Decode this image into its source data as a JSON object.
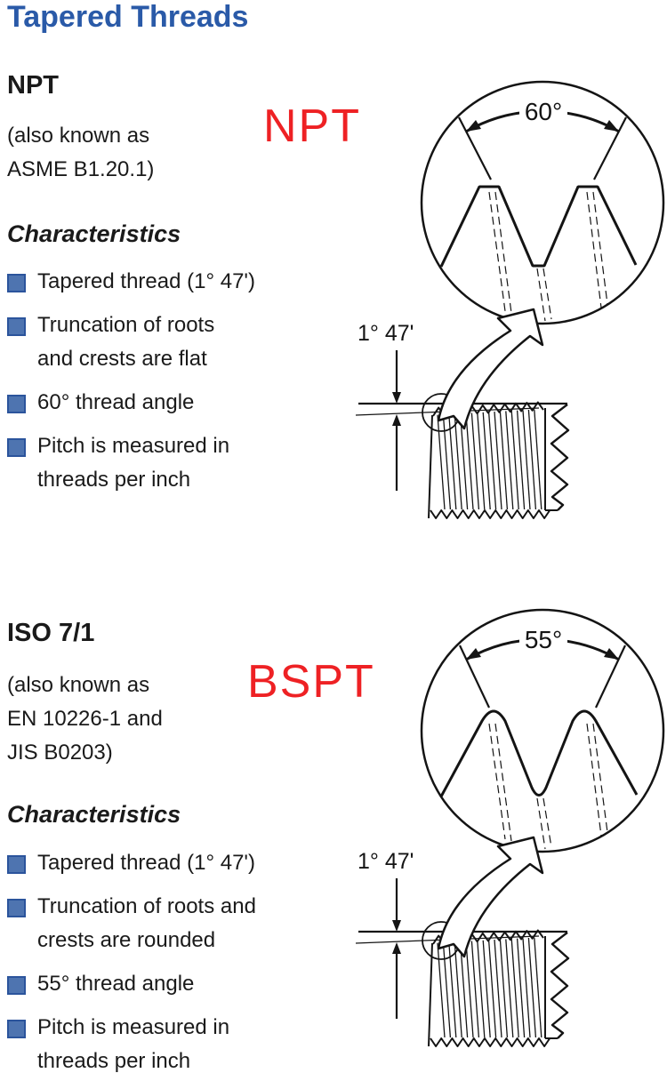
{
  "page_title": "Tapered Threads",
  "colors": {
    "title_blue": "#2a5aa8",
    "bullet_fill": "#4e74b0",
    "bullet_edge": "#2b549c",
    "red_label": "#ee2124",
    "ink": "#141414"
  },
  "sections": [
    {
      "heading": "NPT",
      "aka_lines": [
        "(also known as",
        "ASME B1.20.1)"
      ],
      "red_label": "NPT",
      "characteristics_heading": "Characteristics",
      "bullets": [
        {
          "lines": [
            "Tapered thread (1° 47')"
          ]
        },
        {
          "lines": [
            "Truncation of roots",
            "and crests are flat"
          ]
        },
        {
          "lines": [
            "60° thread angle"
          ]
        },
        {
          "lines": [
            "Pitch is measured in",
            "threads per inch"
          ]
        }
      ],
      "diagram": {
        "thread_angle_label": "60°",
        "taper_angle_label": "1° 47'",
        "crest_style": "flat"
      }
    },
    {
      "heading": "ISO 7/1",
      "aka_lines": [
        "(also known as",
        "EN 10226-1 and",
        "JIS B0203)"
      ],
      "red_label": "BSPT",
      "characteristics_heading": "Characteristics",
      "bullets": [
        {
          "lines": [
            "Tapered thread (1° 47')"
          ]
        },
        {
          "lines": [
            "Truncation of roots and",
            "crests are rounded"
          ]
        },
        {
          "lines": [
            "55° thread angle"
          ]
        },
        {
          "lines": [
            "Pitch is measured in",
            "threads per inch"
          ]
        }
      ],
      "diagram": {
        "thread_angle_label": "55°",
        "taper_angle_label": "1° 47'",
        "crest_style": "rounded"
      }
    }
  ]
}
